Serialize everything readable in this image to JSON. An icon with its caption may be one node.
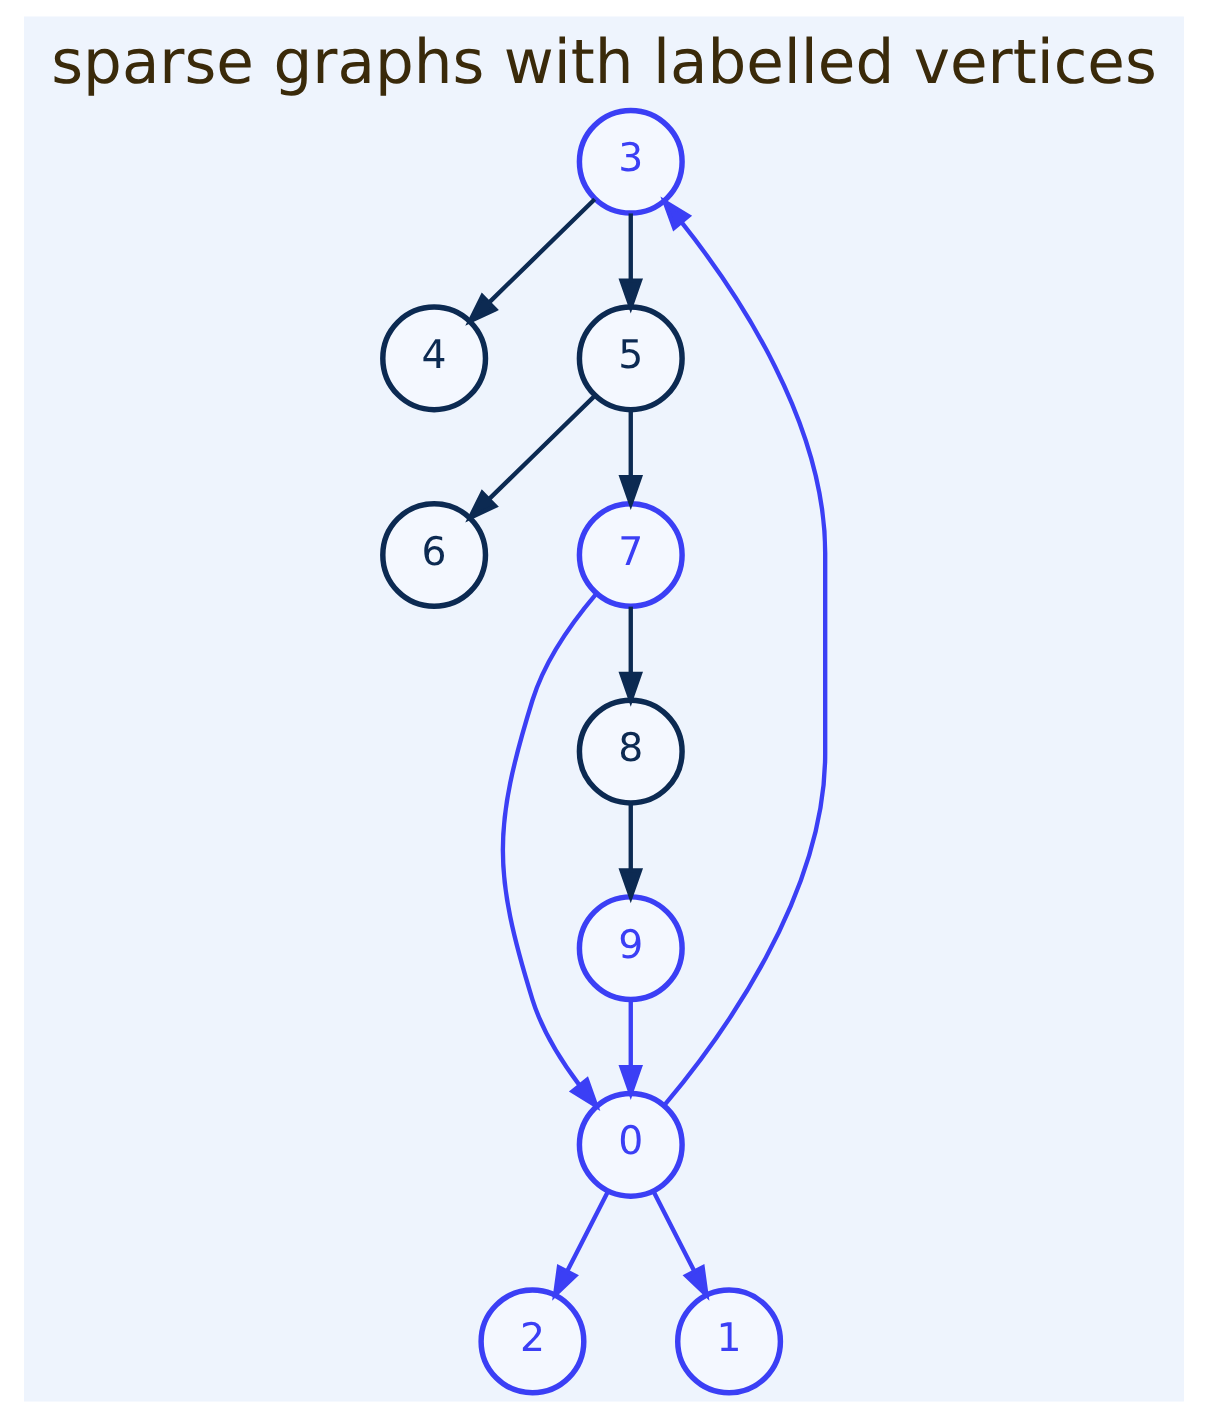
{
  "diagram": {
    "title": "sparse graphs with labelled vertices",
    "nodes": [
      {
        "text": [
          "4"
        ]
      },
      {
        "text": [
          "5"
        ]
      },
      {
        "text": [
          "3"
        ]
      },
      {
        "text": [
          "2"
        ]
      },
      {
        "text": [
          "6"
        ]
      },
      {
        "text": [
          "7"
        ]
      },
      {
        "text": [
          "0"
        ]
      },
      {
        "text": [
          "1"
        ]
      },
      {
        "text": [
          "8"
        ]
      },
      {
        "text": [
          "9"
        ]
      }
    ],
    "edges": [
      {
        "from": 2,
        "to": 0,
        "arrow": "to"
      },
      {
        "from": 2,
        "to": 1,
        "arrow": "to"
      },
      {
        "from": 1,
        "to": 4,
        "arrow": "to"
      },
      {
        "from": 1,
        "to": 5,
        "arrow": "to"
      },
      {
        "from": 6,
        "to": 2,
        "arrow": "to",
        "color": "#3b3ff5"
      },
      {
        "from": 6,
        "to": 3,
        "arrow": "to",
        "color": "#3b3ff5"
      },
      {
        "from": 5,
        "to": 6,
        "arrow": "to",
        "color": "#3b3ff5"
      },
      {
        "from": 6,
        "to": 7,
        "arrow": "to",
        "color": "#3b3ff5"
      },
      {
        "from": 5,
        "to": 8,
        "arrow": "to"
      },
      {
        "from": 8,
        "to": 9,
        "arrow": "to"
      },
      {
        "from": 9,
        "to": 6,
        "arrow": "to",
        "color": "#3b3ff5"
      }
    ]
  }
}
